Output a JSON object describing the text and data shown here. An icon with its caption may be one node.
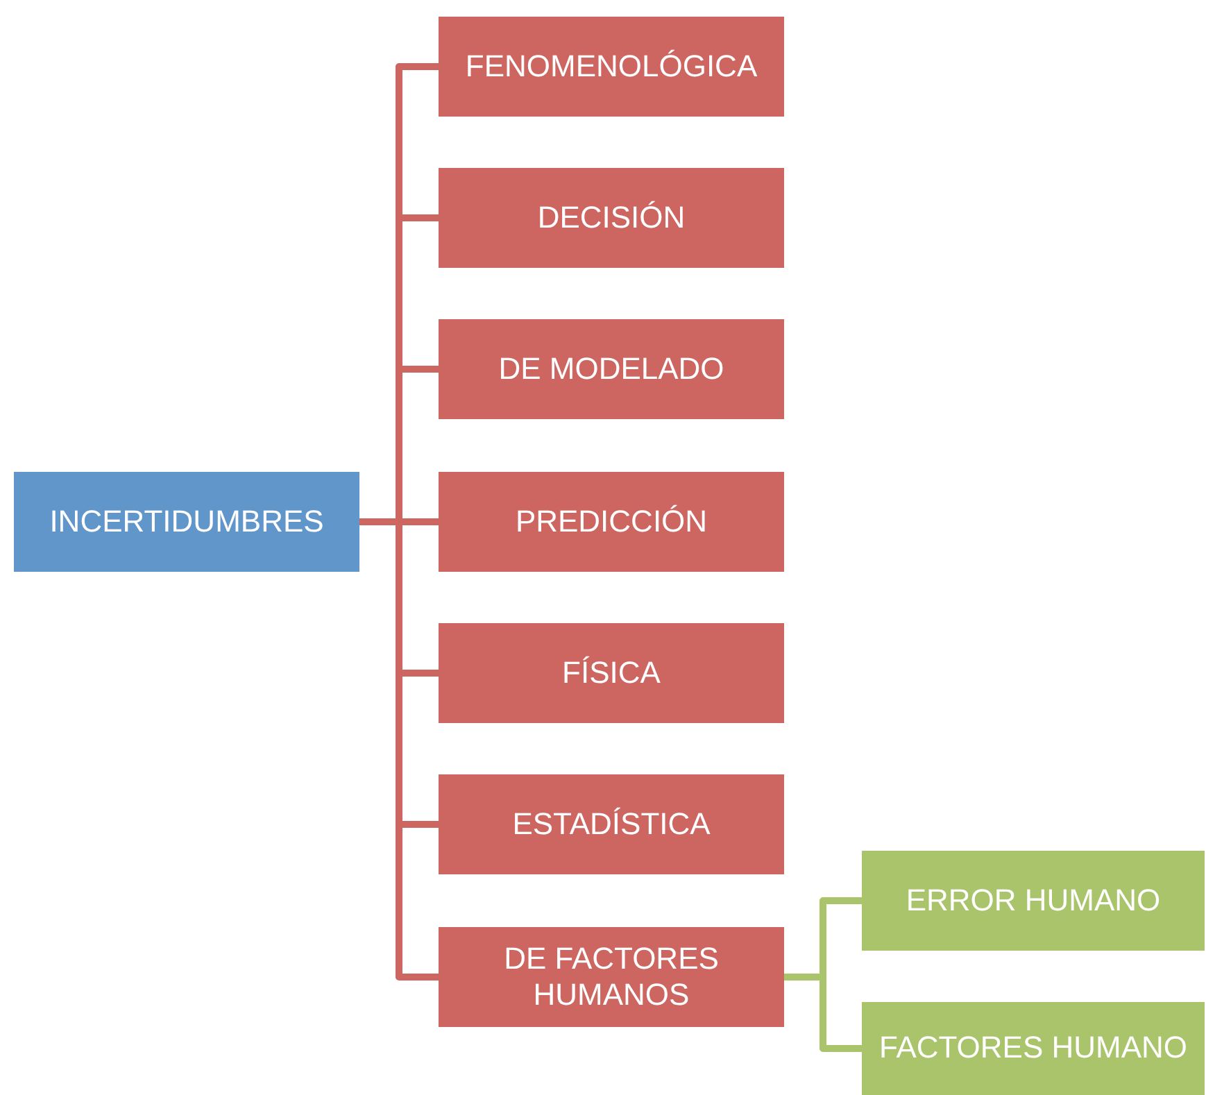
{
  "diagram": {
    "nodes": [
      {
        "text": [
          "INCERTIDUMBRES"
        ]
      },
      {
        "text": [
          "FENOMENOLÓGICA"
        ]
      },
      {
        "text": [
          "DECISIÓN"
        ]
      },
      {
        "text": [
          "DE MODELADO"
        ]
      },
      {
        "text": [
          "PREDICCIÓN"
        ]
      },
      {
        "text": [
          "FÍSICA"
        ]
      },
      {
        "text": [
          "ESTADÍSTICA"
        ]
      },
      {
        "text": [
          "DE FACTORES HUMANOS"
        ]
      },
      {
        "text": [
          "ERROR HUMANO"
        ]
      },
      {
        "text": [
          "FACTORES HUMANO"
        ]
      }
    ],
    "edges": [
      {
        "from": 0,
        "to": 1,
        "arrow": "none"
      },
      {
        "from": 0,
        "to": 2,
        "arrow": "none"
      },
      {
        "from": 0,
        "to": 3,
        "arrow": "none"
      },
      {
        "from": 0,
        "to": 4,
        "arrow": "none"
      },
      {
        "from": 0,
        "to": 5,
        "arrow": "none"
      },
      {
        "from": 0,
        "to": 6,
        "arrow": "none"
      },
      {
        "from": 0,
        "to": 7,
        "arrow": "none"
      },
      {
        "from": 7,
        "to": 8,
        "arrow": "none",
        "color": "#a9c46b"
      },
      {
        "from": 7,
        "to": 9,
        "arrow": "none",
        "color": "#a9c46b"
      }
    ]
  }
}
